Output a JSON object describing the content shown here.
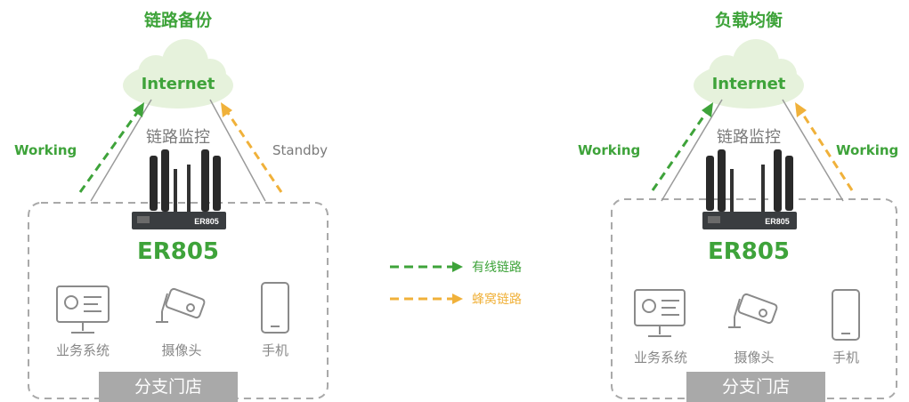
{
  "colors": {
    "wired": "#3ea33a",
    "cellular": "#f0b13a",
    "gray": "#a9a9a9"
  },
  "left": {
    "title": "链路备份",
    "cloud_label": "Internet",
    "monitor_label": "链路监控",
    "left_link_label": "Working",
    "right_link_label": "Standby",
    "router_model": "ER805",
    "device_badge": "ER805",
    "devices": [
      "业务系统",
      "摄像头",
      "手机"
    ],
    "store_label": "分支门店"
  },
  "right": {
    "title": "负载均衡",
    "cloud_label": "Internet",
    "monitor_label": "链路监控",
    "left_link_label": "Working",
    "right_link_label": "Working",
    "router_model": "ER805",
    "device_badge": "ER805",
    "devices": [
      "业务系统",
      "摄像头",
      "手机"
    ],
    "store_label": "分支门店"
  },
  "legend": {
    "wired_label": "有线链路",
    "cellular_label": "蜂窝链路"
  },
  "icons": [
    "cloud-icon",
    "router-icon",
    "desktop-icon",
    "camera-icon",
    "phone-icon",
    "arrow-icon"
  ]
}
